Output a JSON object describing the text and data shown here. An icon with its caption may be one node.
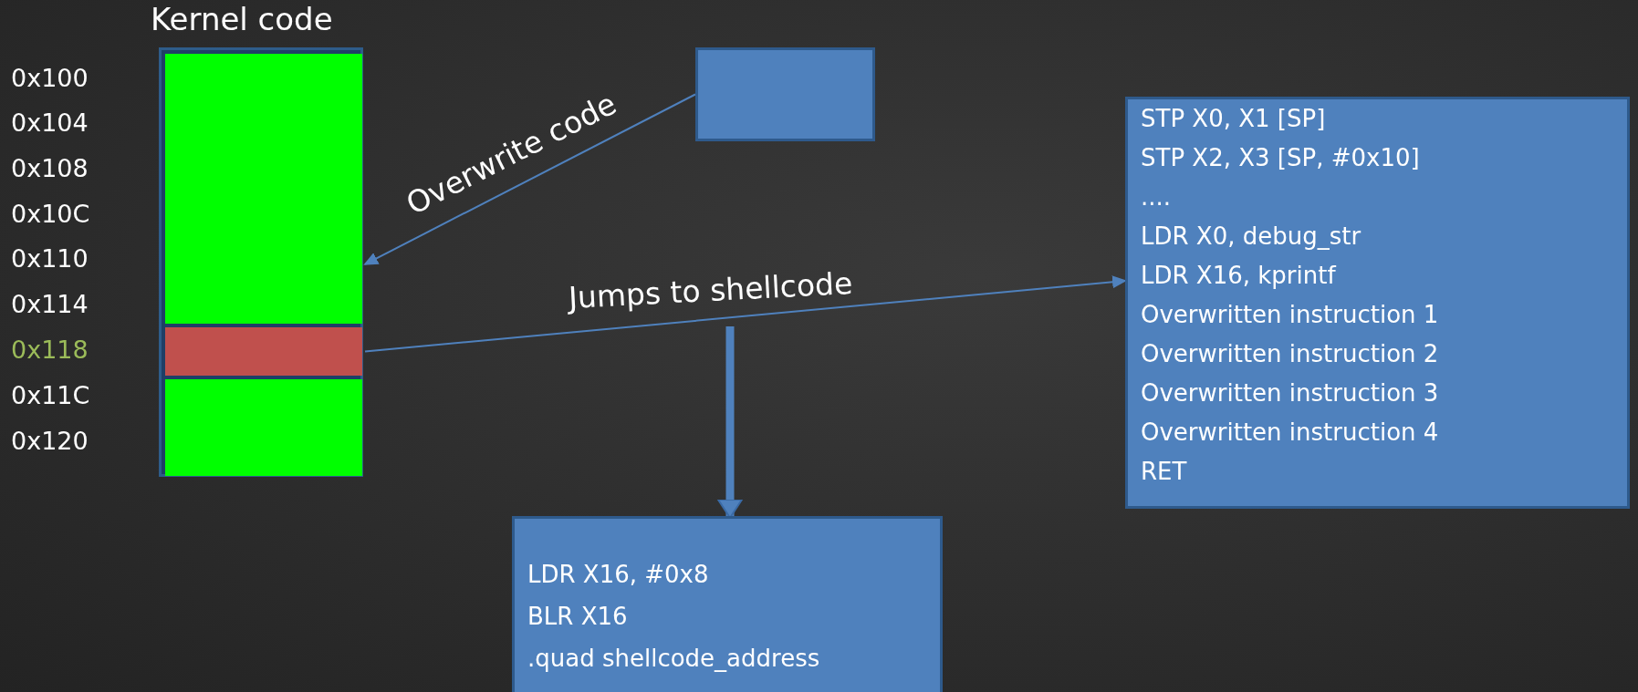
{
  "diagram": {
    "nodes": [
      {
        "text": [
          "Kernel code"
        ]
      },
      {
        "text": [],
        "shape": "box",
        "in": 0
      },
      {
        "text": [],
        "shape": "box",
        "in": 0
      },
      {
        "text": [],
        "shape": "box",
        "in": 0
      },
      {
        "text": [],
        "shape": "box"
      },
      {
        "text": [
          "STP X0, X1 [SP]",
          "STP X2, X3 [SP, #0x10]",
          "....",
          "LDR X0, debug_str",
          "LDR X16, kprintf",
          "Overwritten instruction 1",
          "Overwritten instruction 2",
          "Overwritten instruction 3",
          "Overwritten instruction 4",
          "RET"
        ]
      },
      {
        "text": [
          "LDR X16, #0x8",
          "BLR X16",
          ".quad shellcode_address"
        ]
      }
    ],
    "edges": [
      {
        "from": 4,
        "to": 1,
        "arrow": "to",
        "label": "Overwrite code"
      },
      {
        "from": 2,
        "to": 5,
        "arrow": "to",
        "label": "Jumps to shellcode"
      },
      {
        "from": null,
        "to": 6,
        "arrow": "to",
        "style": "thick"
      }
    ],
    "labels": [
      "0x100",
      "0x104",
      "0x108",
      "0x10C",
      "0x110",
      "0x114",
      "0x118",
      "0x11C",
      "0x120"
    ]
  }
}
